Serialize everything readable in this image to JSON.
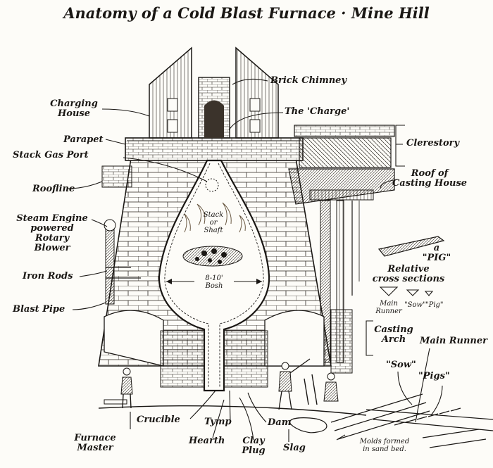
{
  "title": "Anatomy of a Cold Blast Furnace · Mine Hill",
  "labels": {
    "brick_chimney": "Brick Chimney",
    "charging_house": "Charging\nHouse",
    "the_charge": "The 'Charge'",
    "parapet": "Parapet",
    "clerestory": "Clerestory",
    "stack_gas_port": "Stack Gas Port",
    "roof_of_casting_house": "Roof of\nCasting House",
    "roofline": "Roofline",
    "steam_engine": "Steam Engine\npowered\nRotary\nBlower",
    "iron_rods": "Iron Rods",
    "blast_pipe": "Blast Pipe",
    "stack_or_shaft": "Stack\nor\nShaft",
    "bosh": "8-10'\nBosh",
    "a_pig": "a\n\"PIG\"",
    "relative_cross_sections": "Relative\ncross sections",
    "main_runner_small": "Main\nRunner",
    "sow_small": "\"Sow\"",
    "pig_small": "\"Pig\"",
    "casting_arch": "Casting\nArch",
    "main_runner": "Main Runner",
    "sow": "\"Sow\"",
    "pigs": "\"Pigs\"",
    "crucible": "Crucible",
    "tymp": "Tymp",
    "dam": "Dam",
    "furnace_master": "Furnace\nMaster",
    "hearth": "Hearth",
    "clay_plug": "Clay\nPlug",
    "slag": "Slag",
    "molds": "Molds formed\nin sand bed."
  },
  "colors": {
    "ink": "#1a1714",
    "paper": "#fdfcf8",
    "glow": "#6b5a44"
  }
}
